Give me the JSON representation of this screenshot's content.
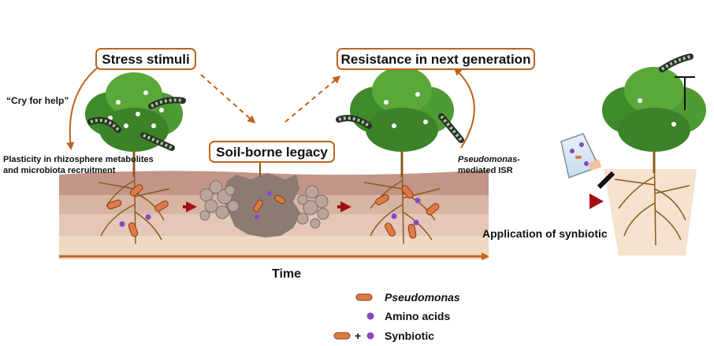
{
  "labels": {
    "stress_stimuli": "Stress stimuli",
    "resistance": "Resistance in next generation",
    "soil_legacy": "Soil-borne legacy",
    "cry_for_help": "“Cry for help”",
    "plasticity_line1": "Plasticity in rhizosphere metabolites",
    "plasticity_line2": "and microbiota recruitment",
    "pseudomonas_isr_line1": "Pseudomonas-",
    "pseudomonas_isr_line2": "mediated ISR",
    "application": "Application of synbiotic",
    "time": "Time"
  },
  "legend": {
    "pseudomonas": "Pseudomonas",
    "amino_acids": "Amino acids",
    "synbiotic": "Synbiotic",
    "plus": "+"
  },
  "colors": {
    "arrow_orange": "#c0631c",
    "arrow_red": "#a01010",
    "bacteria": "#e07a45",
    "amino": "#8a45c7",
    "leaf": "#3f8a2a",
    "stem": "#8a5a1e"
  }
}
